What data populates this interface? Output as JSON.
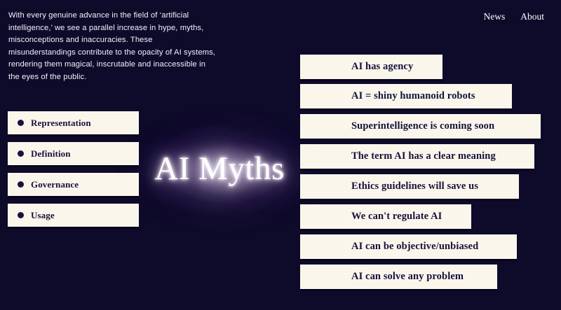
{
  "page": {
    "background_color": "#0e0a2a",
    "card_color": "#faf6ec",
    "card_text_color": "#16123a",
    "glow_color": "#ffffff"
  },
  "intro": {
    "paragraph": "With every genuine advance in the field of ‘artificial intelligence,’ we see a parallel increase in hype, myths, misconceptions and inaccuracies. These misunderstandings contribute to the opacity of AI systems, rendering them magical, inscrutable and inaccessible in the eyes of the public."
  },
  "nav": {
    "items": [
      {
        "label": "News"
      },
      {
        "label": "About"
      }
    ]
  },
  "center": {
    "title": "AI Myths"
  },
  "categories": {
    "items": [
      {
        "label": "Representation"
      },
      {
        "label": "Definition"
      },
      {
        "label": "Governance"
      },
      {
        "label": "Usage"
      }
    ]
  },
  "myths": {
    "items": [
      {
        "label": "AI has agency"
      },
      {
        "label": "AI = shiny humanoid robots"
      },
      {
        "label": "Superintelligence is coming soon"
      },
      {
        "label": "The term AI has a clear meaning"
      },
      {
        "label": "Ethics guidelines will save us"
      },
      {
        "label": "We can't regulate AI"
      },
      {
        "label": "AI can be objective/unbiased"
      },
      {
        "label": "AI can solve any problem"
      }
    ]
  }
}
